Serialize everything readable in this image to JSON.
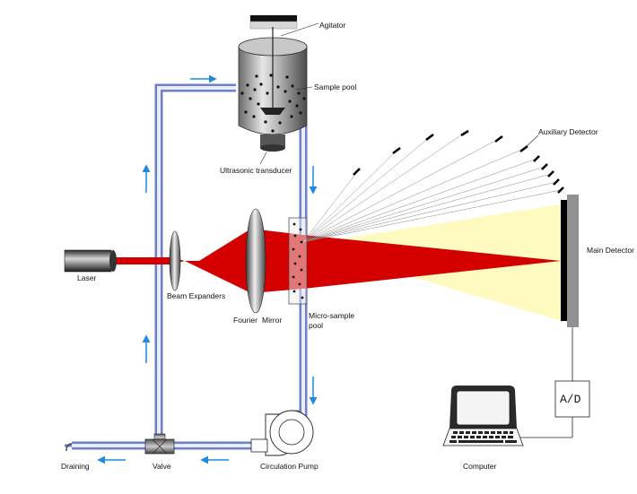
{
  "labels": {
    "agitator": "Agitator",
    "sample_pool": "Sample pool",
    "ultrasonic_transducer": "Ultrasonic transducer",
    "auxiliary_detector": "Auxiliary Detector",
    "main_detector": "Main Detector",
    "laser": "Laser",
    "beam_expanders": "Beam Expanders",
    "fourier": "Fourier",
    "mirror": "Mirror",
    "micro_sample_line1": "Micro-sample",
    "micro_sample_line2": "pool",
    "ad_converter": "A/D",
    "computer": "Computer",
    "circulation_pump": "Circulation Pump",
    "valve": "Valve",
    "draining": "Draining"
  },
  "colors": {
    "laser_beam": "#d40000",
    "scatter_light": "#fffac0",
    "pipe": "#8899dd",
    "flow_arrow": "#1e8ae0",
    "detector": "#000000"
  }
}
